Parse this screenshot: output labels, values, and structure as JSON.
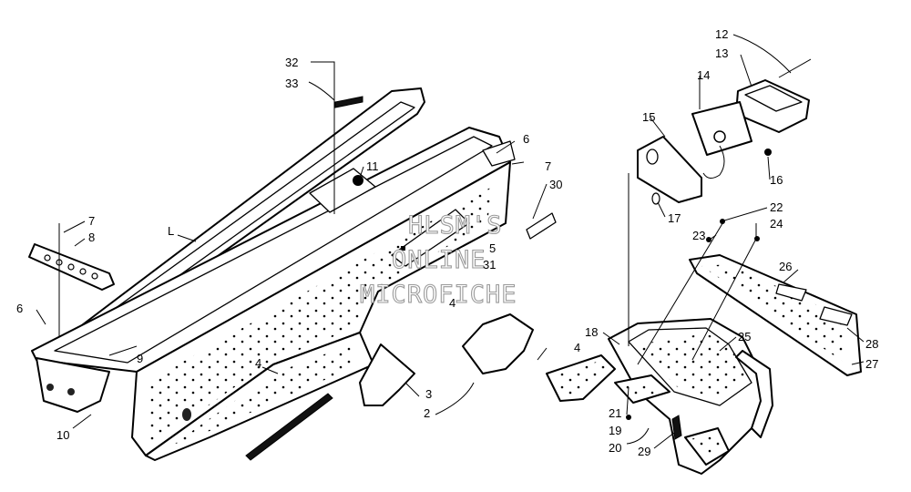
{
  "callouts": [
    "32",
    "33",
    "11",
    "7",
    "8",
    "L",
    "6",
    "9",
    "10",
    "4",
    "5",
    "31",
    "30",
    "6",
    "7",
    "4",
    "3",
    "2",
    "4",
    "12",
    "13",
    "14",
    "15",
    "16",
    "17",
    "22",
    "23",
    "24",
    "25",
    "26",
    "28",
    "27",
    "18",
    "21",
    "19",
    "20",
    "29"
  ],
  "watermark": [
    "HLSM'S",
    "ONLINE",
    "MICROFICHE"
  ]
}
